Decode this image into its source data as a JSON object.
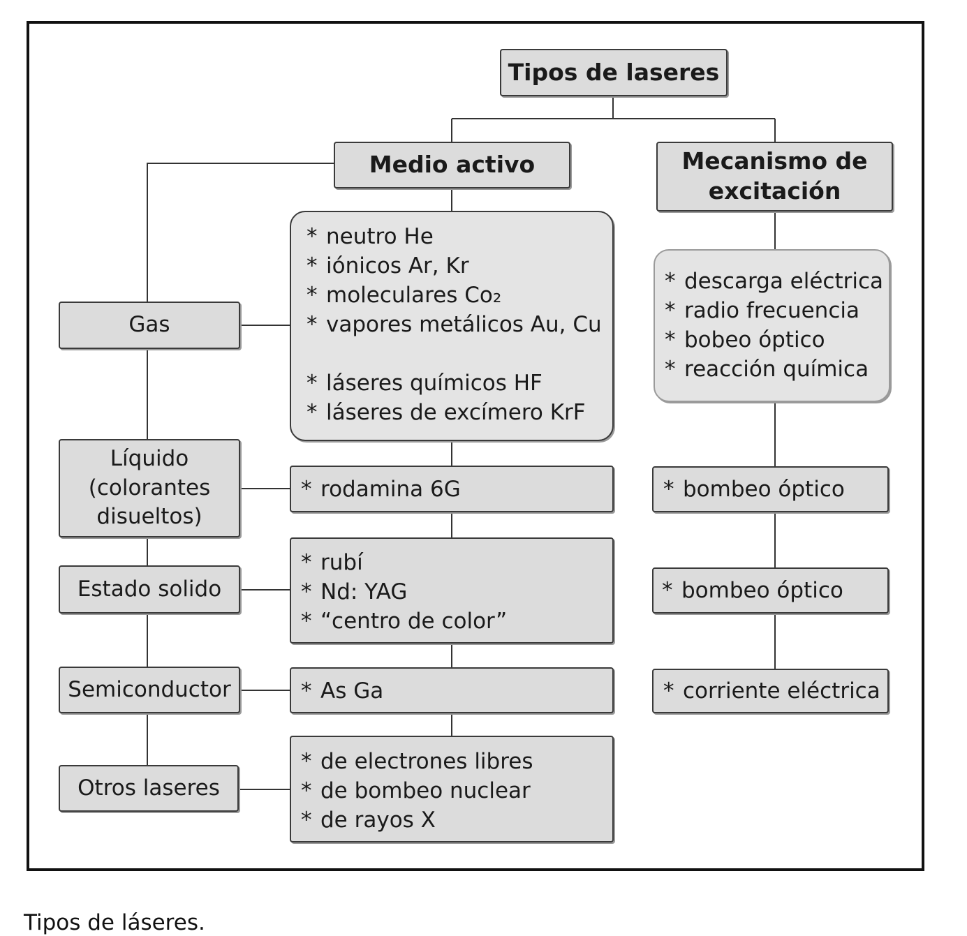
{
  "root": {
    "label": "Tipos de laseres"
  },
  "branches": {
    "medio": "Medio activo",
    "mecanismo": "Mecanismo de excitación"
  },
  "categories": [
    {
      "label": "Gas"
    },
    {
      "label": "Líquido (colorantes disueltos)"
    },
    {
      "label": "Estado solido"
    },
    {
      "label": "Semiconductor"
    },
    {
      "label": "Otros laseres"
    }
  ],
  "media": [
    {
      "groups": [
        [
          "neutro He",
          "iónicos Ar, Kr",
          "moleculares Co₂",
          "vapores metálicos Au, Cu"
        ],
        [
          "láseres químicos HF",
          "láseres de excímero KrF"
        ]
      ]
    },
    {
      "groups": [
        [
          "rodamina 6G"
        ]
      ]
    },
    {
      "groups": [
        [
          "rubí",
          "Nd: YAG",
          "“centro de color”"
        ]
      ]
    },
    {
      "groups": [
        [
          "As Ga"
        ]
      ]
    },
    {
      "groups": [
        [
          "de electrones libres",
          "de bombeo nuclear",
          "de rayos X"
        ]
      ]
    }
  ],
  "excitation": [
    [
      "descarga eléctrica",
      "radio frecuencia",
      "bobeo óptico",
      "reacción química"
    ],
    [
      "bombeo óptico"
    ],
    [
      "bombeo óptico"
    ],
    [
      "corriente eléctrica"
    ]
  ],
  "bullet": "*",
  "caption": "Tipos de láseres."
}
